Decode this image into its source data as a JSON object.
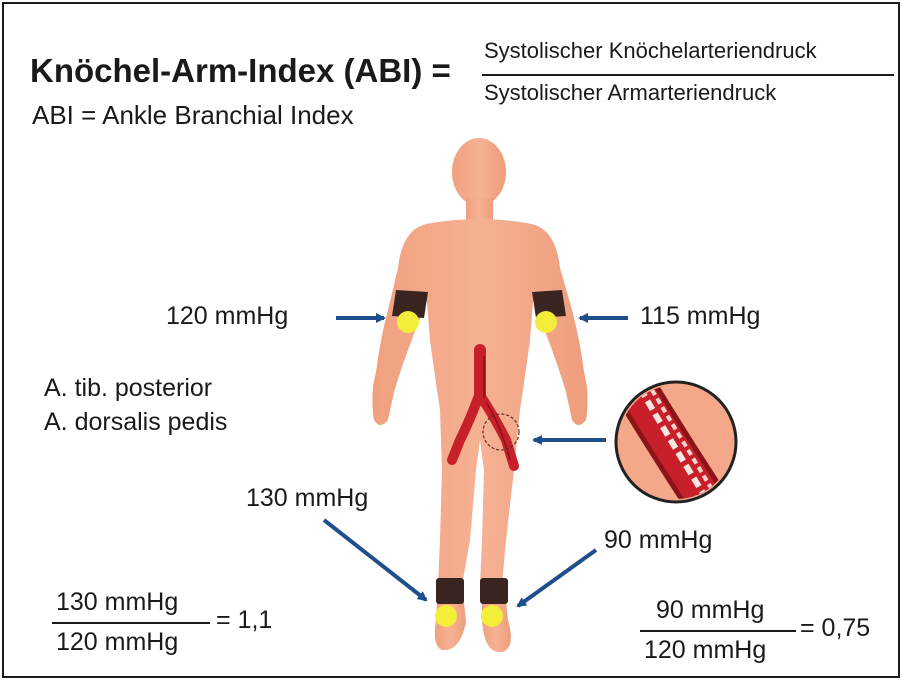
{
  "title": "Knöchel-Arm-Index (ABI) =",
  "subtitle": "ABI = Ankle Branchial Index",
  "formula": {
    "numerator": "Systolischer Knöchelarteriendruck",
    "denominator": "Systolischer Armarteriendruck"
  },
  "pressures": {
    "right_arm": "120 mmHg",
    "left_arm": "115 mmHg",
    "right_ankle": "130 mmHg",
    "left_ankle": "90 mmHg"
  },
  "arteries": [
    "A. tib. posterior",
    "A. dorsalis pedis"
  ],
  "calc_right": {
    "numerator": "130 mmHg",
    "denominator": "120 mmHg",
    "result": "= 1,1"
  },
  "calc_left": {
    "numerator": "90 mmHg",
    "denominator": "120 mmHg",
    "result": "= 0,75"
  },
  "colors": {
    "skin": "#f4a889",
    "cuff": "#3a2420",
    "sensor": "#f4ee3a",
    "arrow": "#1f4e8c",
    "artery": "#c8202a"
  }
}
